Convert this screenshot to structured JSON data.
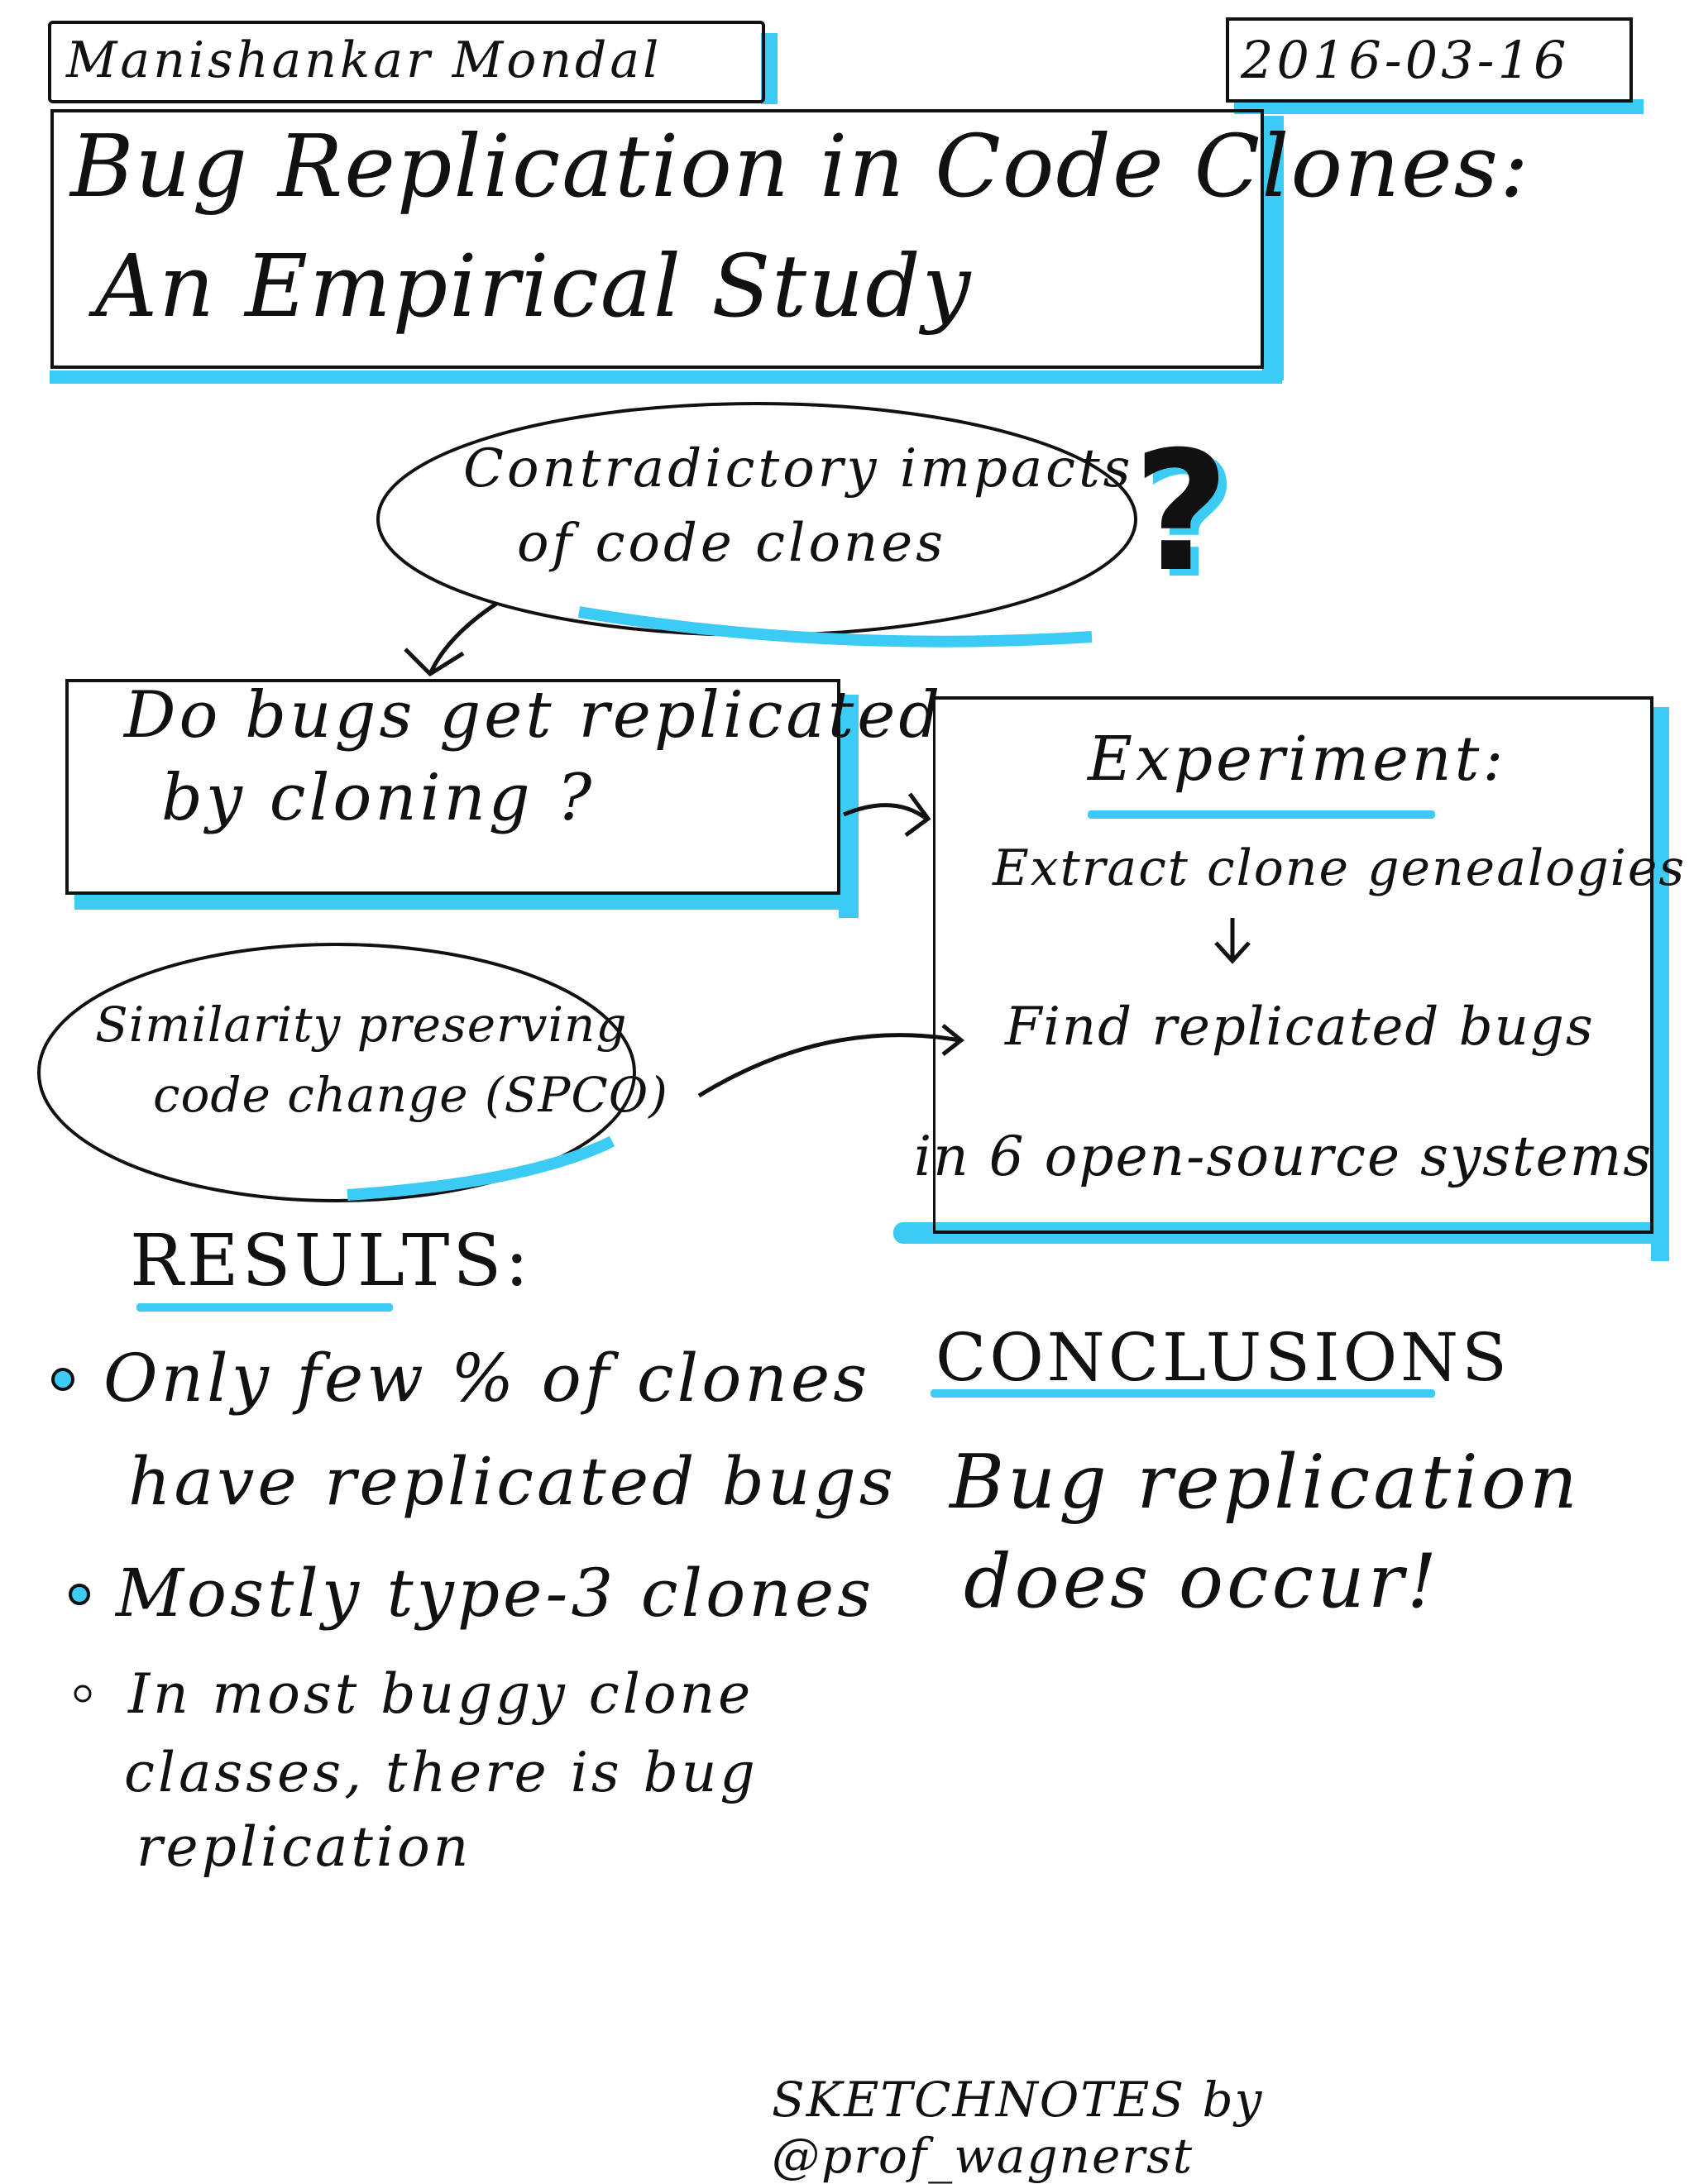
{
  "author": "Manishankar Mondal",
  "date": "2016-03-16",
  "title": {
    "line1": "Bug Replication in Code Clones:",
    "line2": "An Empirical Study"
  },
  "motivation": {
    "text_line1": "Contradictory impacts",
    "text_line2": "of code clones",
    "mark": "?"
  },
  "question": {
    "line1": "Do bugs get replicated",
    "line2": "by cloning ?"
  },
  "experiment": {
    "heading": "Experiment:",
    "step1": "Extract clone genealogies",
    "step2": "Find replicated bugs",
    "scope": "in 6 open-source systems"
  },
  "spco": {
    "line1": "Similarity preserving",
    "line2": "code change (SPCO)"
  },
  "results": {
    "heading": "RESULTS:",
    "items": [
      {
        "line1": "Only few % of clones",
        "line2": "have replicated bugs"
      },
      {
        "line1": "Mostly type-3 clones"
      },
      {
        "line1": "In most buggy clone",
        "line2": "classes, there is bug",
        "line3": "replication"
      }
    ]
  },
  "conclusions": {
    "heading": "CONCLUSIONS",
    "line1": "Bug replication",
    "line2": "does occur!"
  },
  "footer": "SKETCHNOTES by @prof_wagnerst",
  "colors": {
    "accent": "#3ccbf4",
    "ink": "#111111"
  }
}
